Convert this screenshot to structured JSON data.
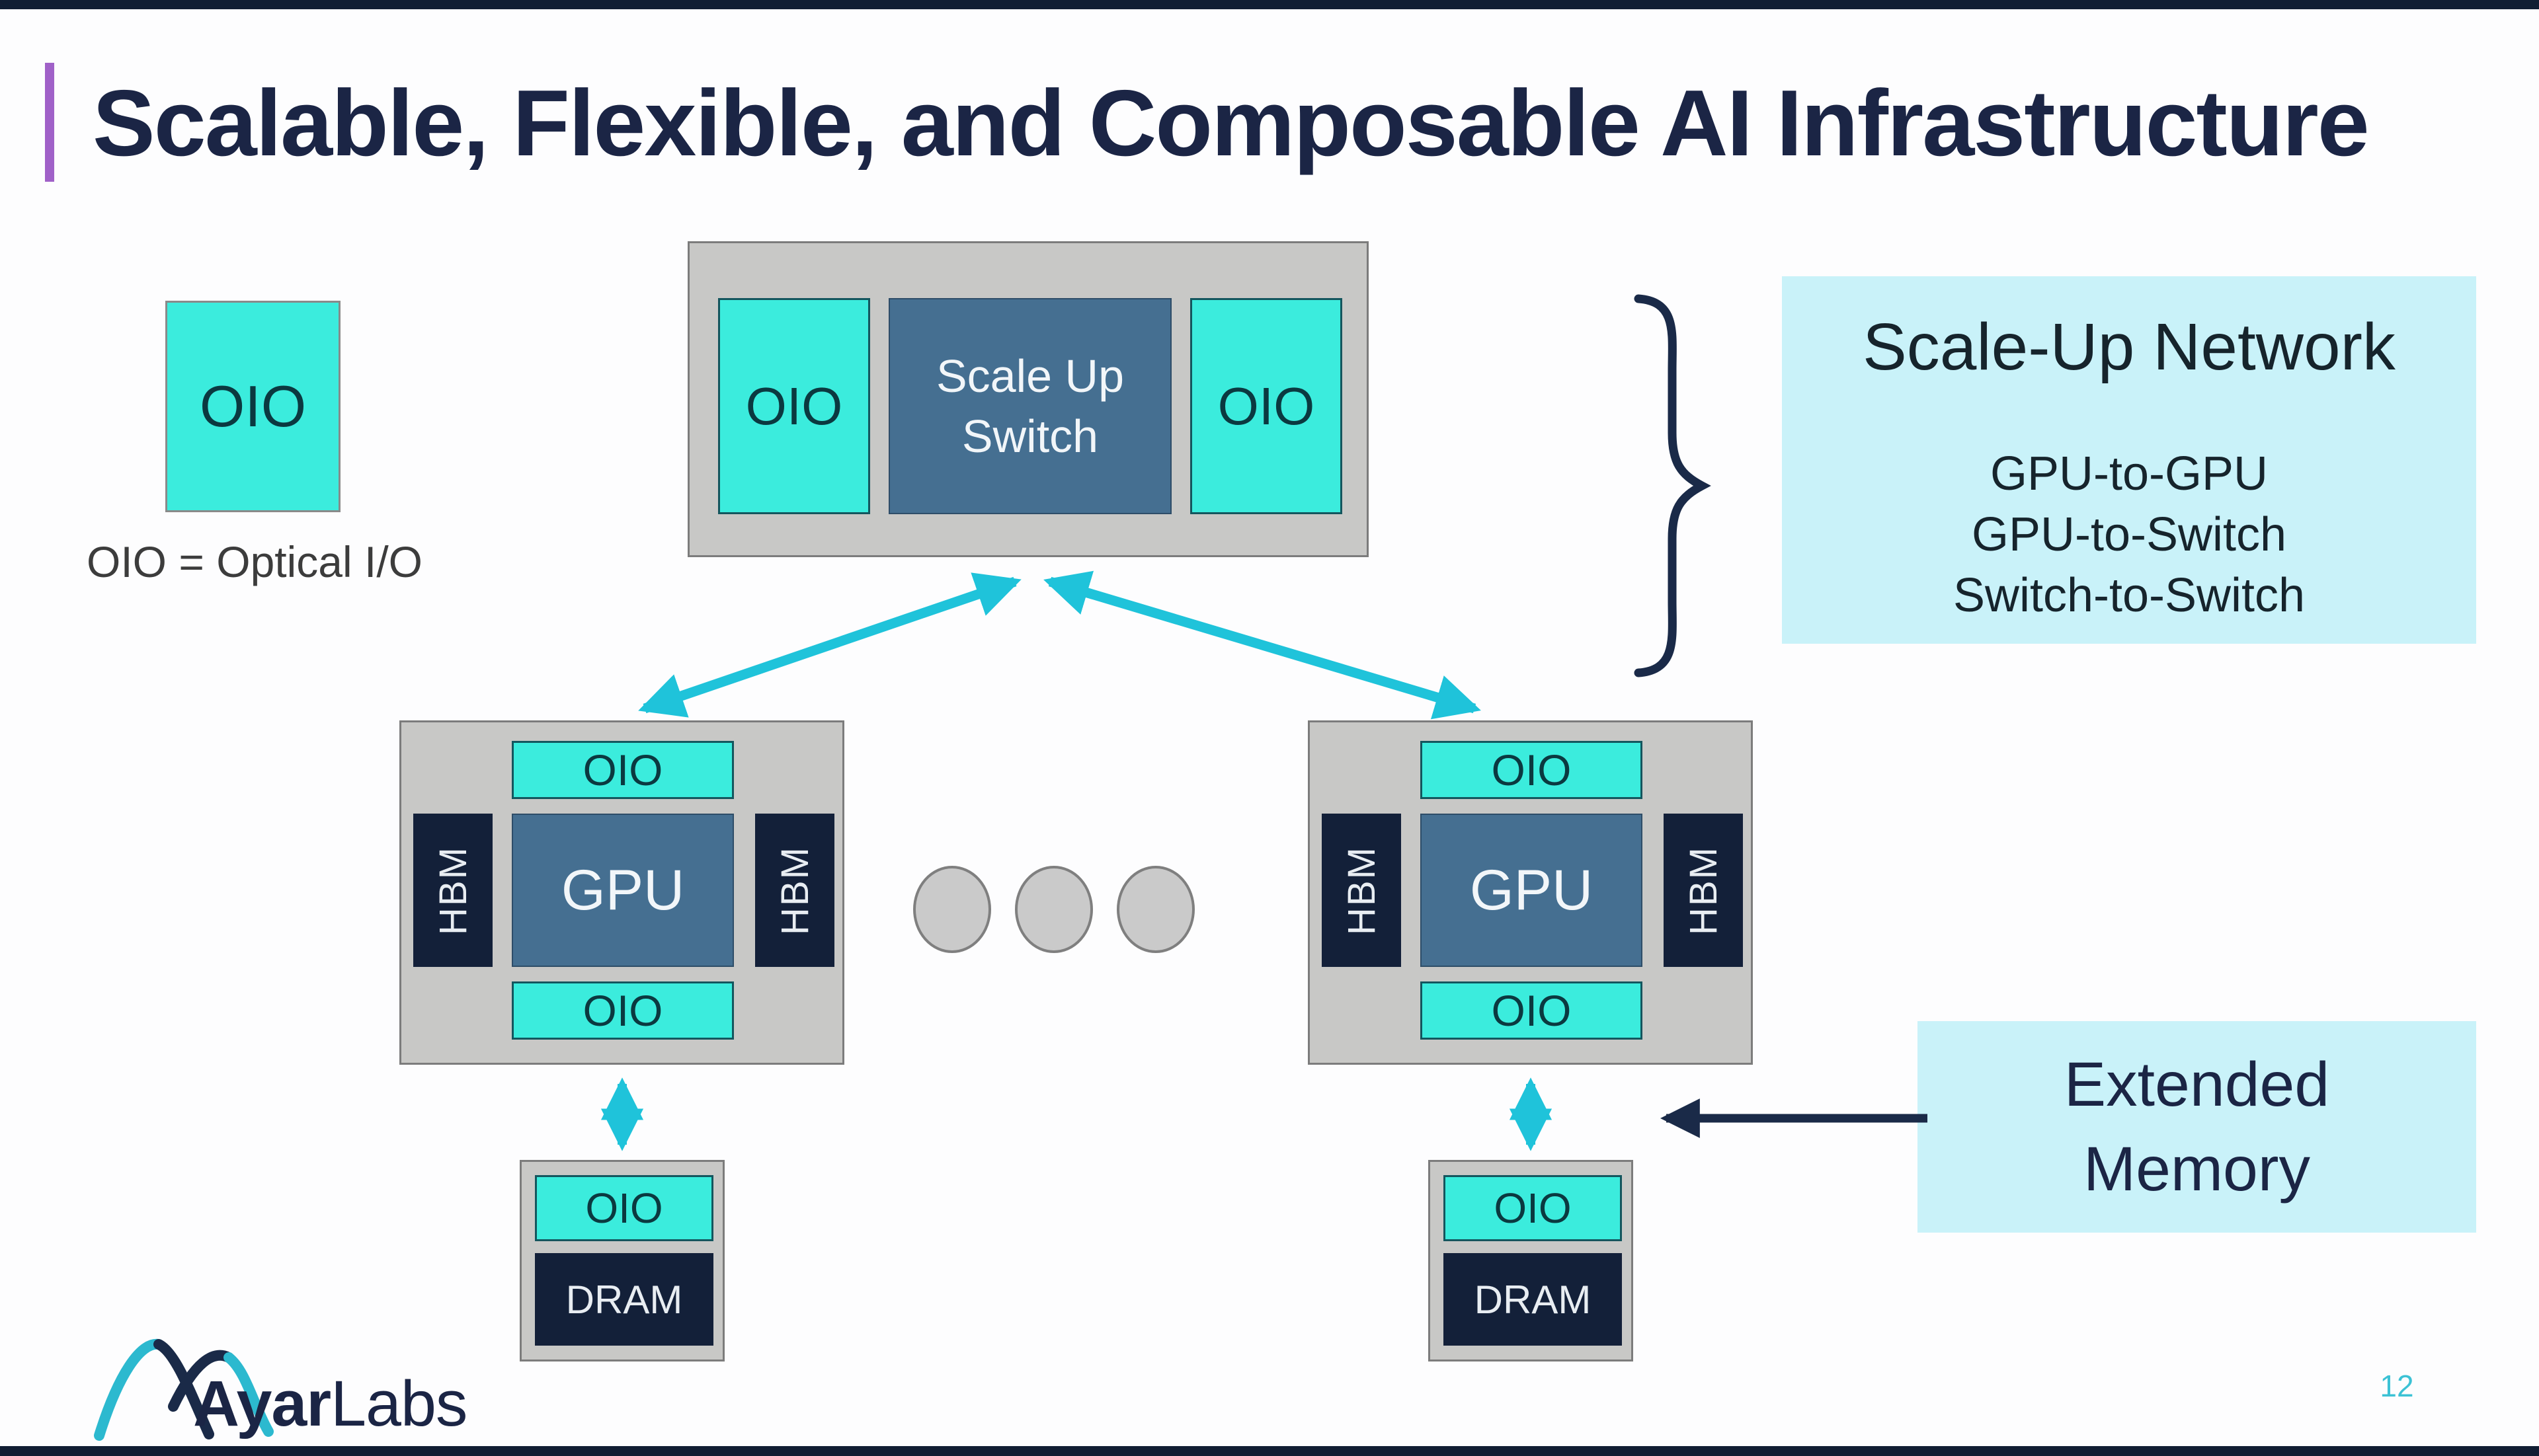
{
  "slide": {
    "title": "Scalable, Flexible, and Composable AI Infrastructure",
    "page_number": "12",
    "brand": {
      "bold": "Ayar",
      "light": "Labs"
    }
  },
  "legend": {
    "box": "OIO",
    "caption": "OIO = Optical I/O"
  },
  "switch_unit": {
    "oio_left": "OIO",
    "label": "Scale Up\nSwitch",
    "oio_right": "OIO"
  },
  "gpu_units": [
    {
      "oio_top": "OIO",
      "hbm_left": "HBM",
      "core": "GPU",
      "hbm_right": "HBM",
      "oio_bottom": "OIO"
    },
    {
      "oio_top": "OIO",
      "hbm_left": "HBM",
      "core": "GPU",
      "hbm_right": "HBM",
      "oio_bottom": "OIO"
    }
  ],
  "dram_units": [
    {
      "oio": "OIO",
      "core": "DRAM"
    },
    {
      "oio": "OIO",
      "core": "DRAM"
    }
  ],
  "callouts": {
    "scale_up_network": {
      "title": "Scale-Up Network",
      "lines": [
        "GPU-to-GPU",
        "GPU-to-Switch",
        "Switch-to-Switch"
      ]
    },
    "extended_memory": {
      "label": "Extended\nMemory"
    }
  },
  "colors": {
    "bg": "#fdfdfe",
    "barNavy": "#111e33",
    "titleNavy": "#1b2545",
    "purple": "#a061c8",
    "cyan": "#3becdd",
    "cyanLight": "#c9f2f9",
    "oioText": "#0b3940",
    "oioBorder": "#14565e",
    "gray": "#c8c8c6",
    "grayBorder": "#7c7c7c",
    "slate": "#456f91",
    "slateBorder": "#2e4d68",
    "navy": "#132039",
    "arrowCyan": "#1fc3da",
    "arrowNavy": "#1a2a48",
    "calloutText": "#16242c",
    "dotFill": "#cacaca",
    "dotStroke": "#7f7f7f",
    "pageNum": "#3cc2d5",
    "logoTeal": "#2cb9cf"
  }
}
